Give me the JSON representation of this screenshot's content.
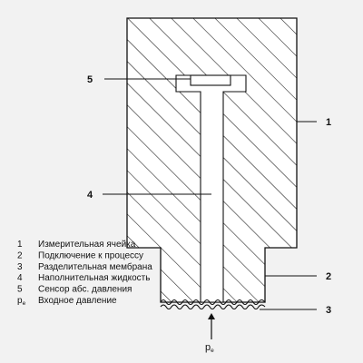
{
  "callouts": {
    "c1": "1",
    "c2": "2",
    "c3": "3",
    "c4": "4",
    "c5": "5"
  },
  "pressure": {
    "symbol": "p",
    "subscript": "e"
  },
  "legend": [
    {
      "key": "1",
      "key_sub": "",
      "text": "Измерительная ячейка"
    },
    {
      "key": "2",
      "key_sub": "",
      "text": "Подключение к процессу"
    },
    {
      "key": "3",
      "key_sub": "",
      "text": "Разделительная мембрана"
    },
    {
      "key": "4",
      "key_sub": "",
      "text": "Наполнительная жидкость"
    },
    {
      "key": "5",
      "key_sub": "",
      "text": "Сенсор абс. давления"
    },
    {
      "key": "p",
      "key_sub": "e",
      "text": "Входное давление"
    }
  ],
  "colors": {
    "background": "#f2f2f2",
    "body_fill": "#ffffff",
    "stroke": "#111111",
    "hatch": "#111111"
  }
}
